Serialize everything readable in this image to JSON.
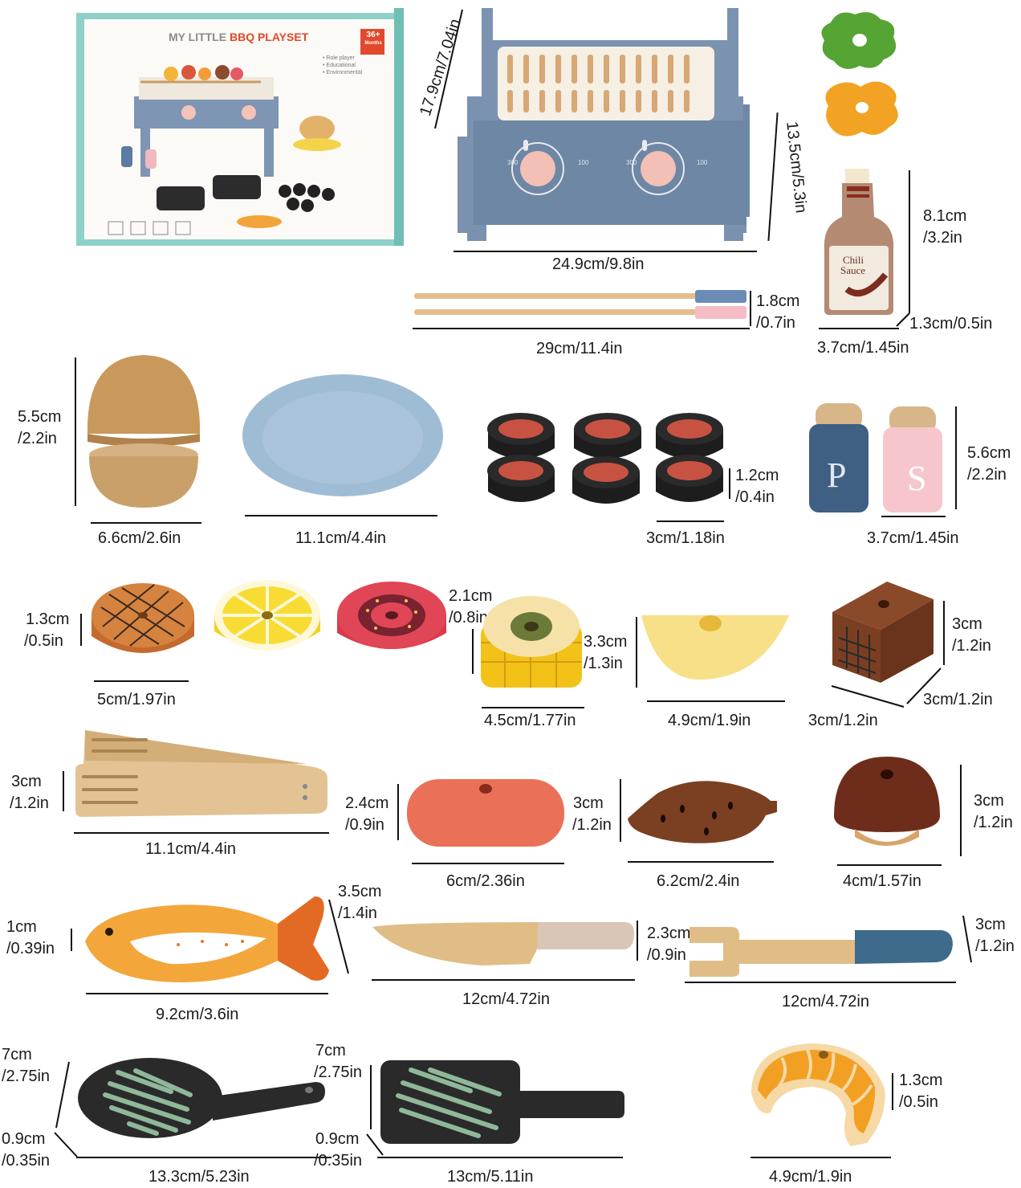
{
  "box": {
    "title_a": "MY LITTLE",
    "title_b": "BBQ PLAYSET",
    "age": "36+",
    "age_sub": "Months",
    "bullets": [
      "• Role player",
      "• Educational",
      "• Environmental"
    ]
  },
  "sauce_label": {
    "line1": "Chili",
    "line2": "Sauce"
  },
  "shaker_letters": {
    "pepper": "P",
    "salt": "S"
  },
  "grill_knobs": {
    "left_low": "300",
    "left_high": "100",
    "right_low": "300",
    "right_high": "100"
  },
  "dims": {
    "grill_height": "17.9cm/7.04in",
    "grill_depth": "13.5cm/5.3in",
    "grill_width": "24.9cm/9.8in",
    "chop_h1": "1.8cm",
    "chop_h2": "/0.7in",
    "chop_w": "29cm/11.4in",
    "sauce_h1": "8.1cm",
    "sauce_h2": "/3.2in",
    "sauce_d": "1.3cm/0.5in",
    "sauce_w": "3.7cm/1.45in",
    "bun_h1": "5.5cm",
    "bun_h2": "/2.2in",
    "bun_w": "6.6cm/2.6in",
    "plate_w": "11.1cm/4.4in",
    "disc_h1": "1.2cm",
    "disc_h2": "/0.4in",
    "disc_w": "3cm/1.18in",
    "shaker_h1": "5.6cm",
    "shaker_h2": "/2.2in",
    "shaker_w": "3.7cm/1.45in",
    "patty_h1": "1.3cm",
    "patty_h2": "/0.5in",
    "patty_w": "5cm/1.97in",
    "tomato_h1": "2.1cm",
    "tomato_h2": "/0.8in",
    "corn_h1": "3.3cm",
    "corn_h2": "/1.3in",
    "corn_w": "4.5cm/1.77in",
    "cheese_w": "4.9cm/1.9in",
    "cube_h1": "3cm",
    "cube_h2": "/1.2in",
    "cube_d": "3cm/1.2in",
    "cube_w": "3cm/1.2in",
    "tongs_h1": "3cm",
    "tongs_h2": "/1.2in",
    "tongs_w": "11.1cm/4.4in",
    "sausage_h1": "2.4cm",
    "sausage_h2": "/0.9in",
    "sausage_w": "6cm/2.36in",
    "potato_h1": "3cm",
    "potato_h2": "/1.2in",
    "potato_w": "6.2cm/2.4in",
    "mushroom_h1": "3cm",
    "mushroom_h2": "/1.2in",
    "mushroom_w": "4cm/1.57in",
    "fish_t1": "1cm",
    "fish_t2": "/0.39in",
    "fish_h1": "3.5cm",
    "fish_h2": "/1.4in",
    "fish_w": "9.2cm/3.6in",
    "knife_h1": "2.3cm",
    "knife_h2": "/0.9in",
    "knife_w": "12cm/4.72in",
    "fork_h1": "3cm",
    "fork_h2": "/1.2in",
    "fork_w": "12cm/4.72in",
    "spatula1_h1": "7cm",
    "spatula1_h2": "/2.75in",
    "spatula1_t1": "0.9cm",
    "spatula1_t2": "/0.35in",
    "spatula1_w": "13.3cm/5.23in",
    "spatula2_h1": "7cm",
    "spatula2_h2": "/2.75in",
    "spatula2_t1": "0.9cm",
    "spatula2_t2": "/0.35in",
    "spatula2_w": "13cm/5.11in",
    "shrimp_h1": "1.3cm",
    "shrimp_h2": "/0.5in",
    "shrimp_w": "4.9cm/1.9in"
  }
}
